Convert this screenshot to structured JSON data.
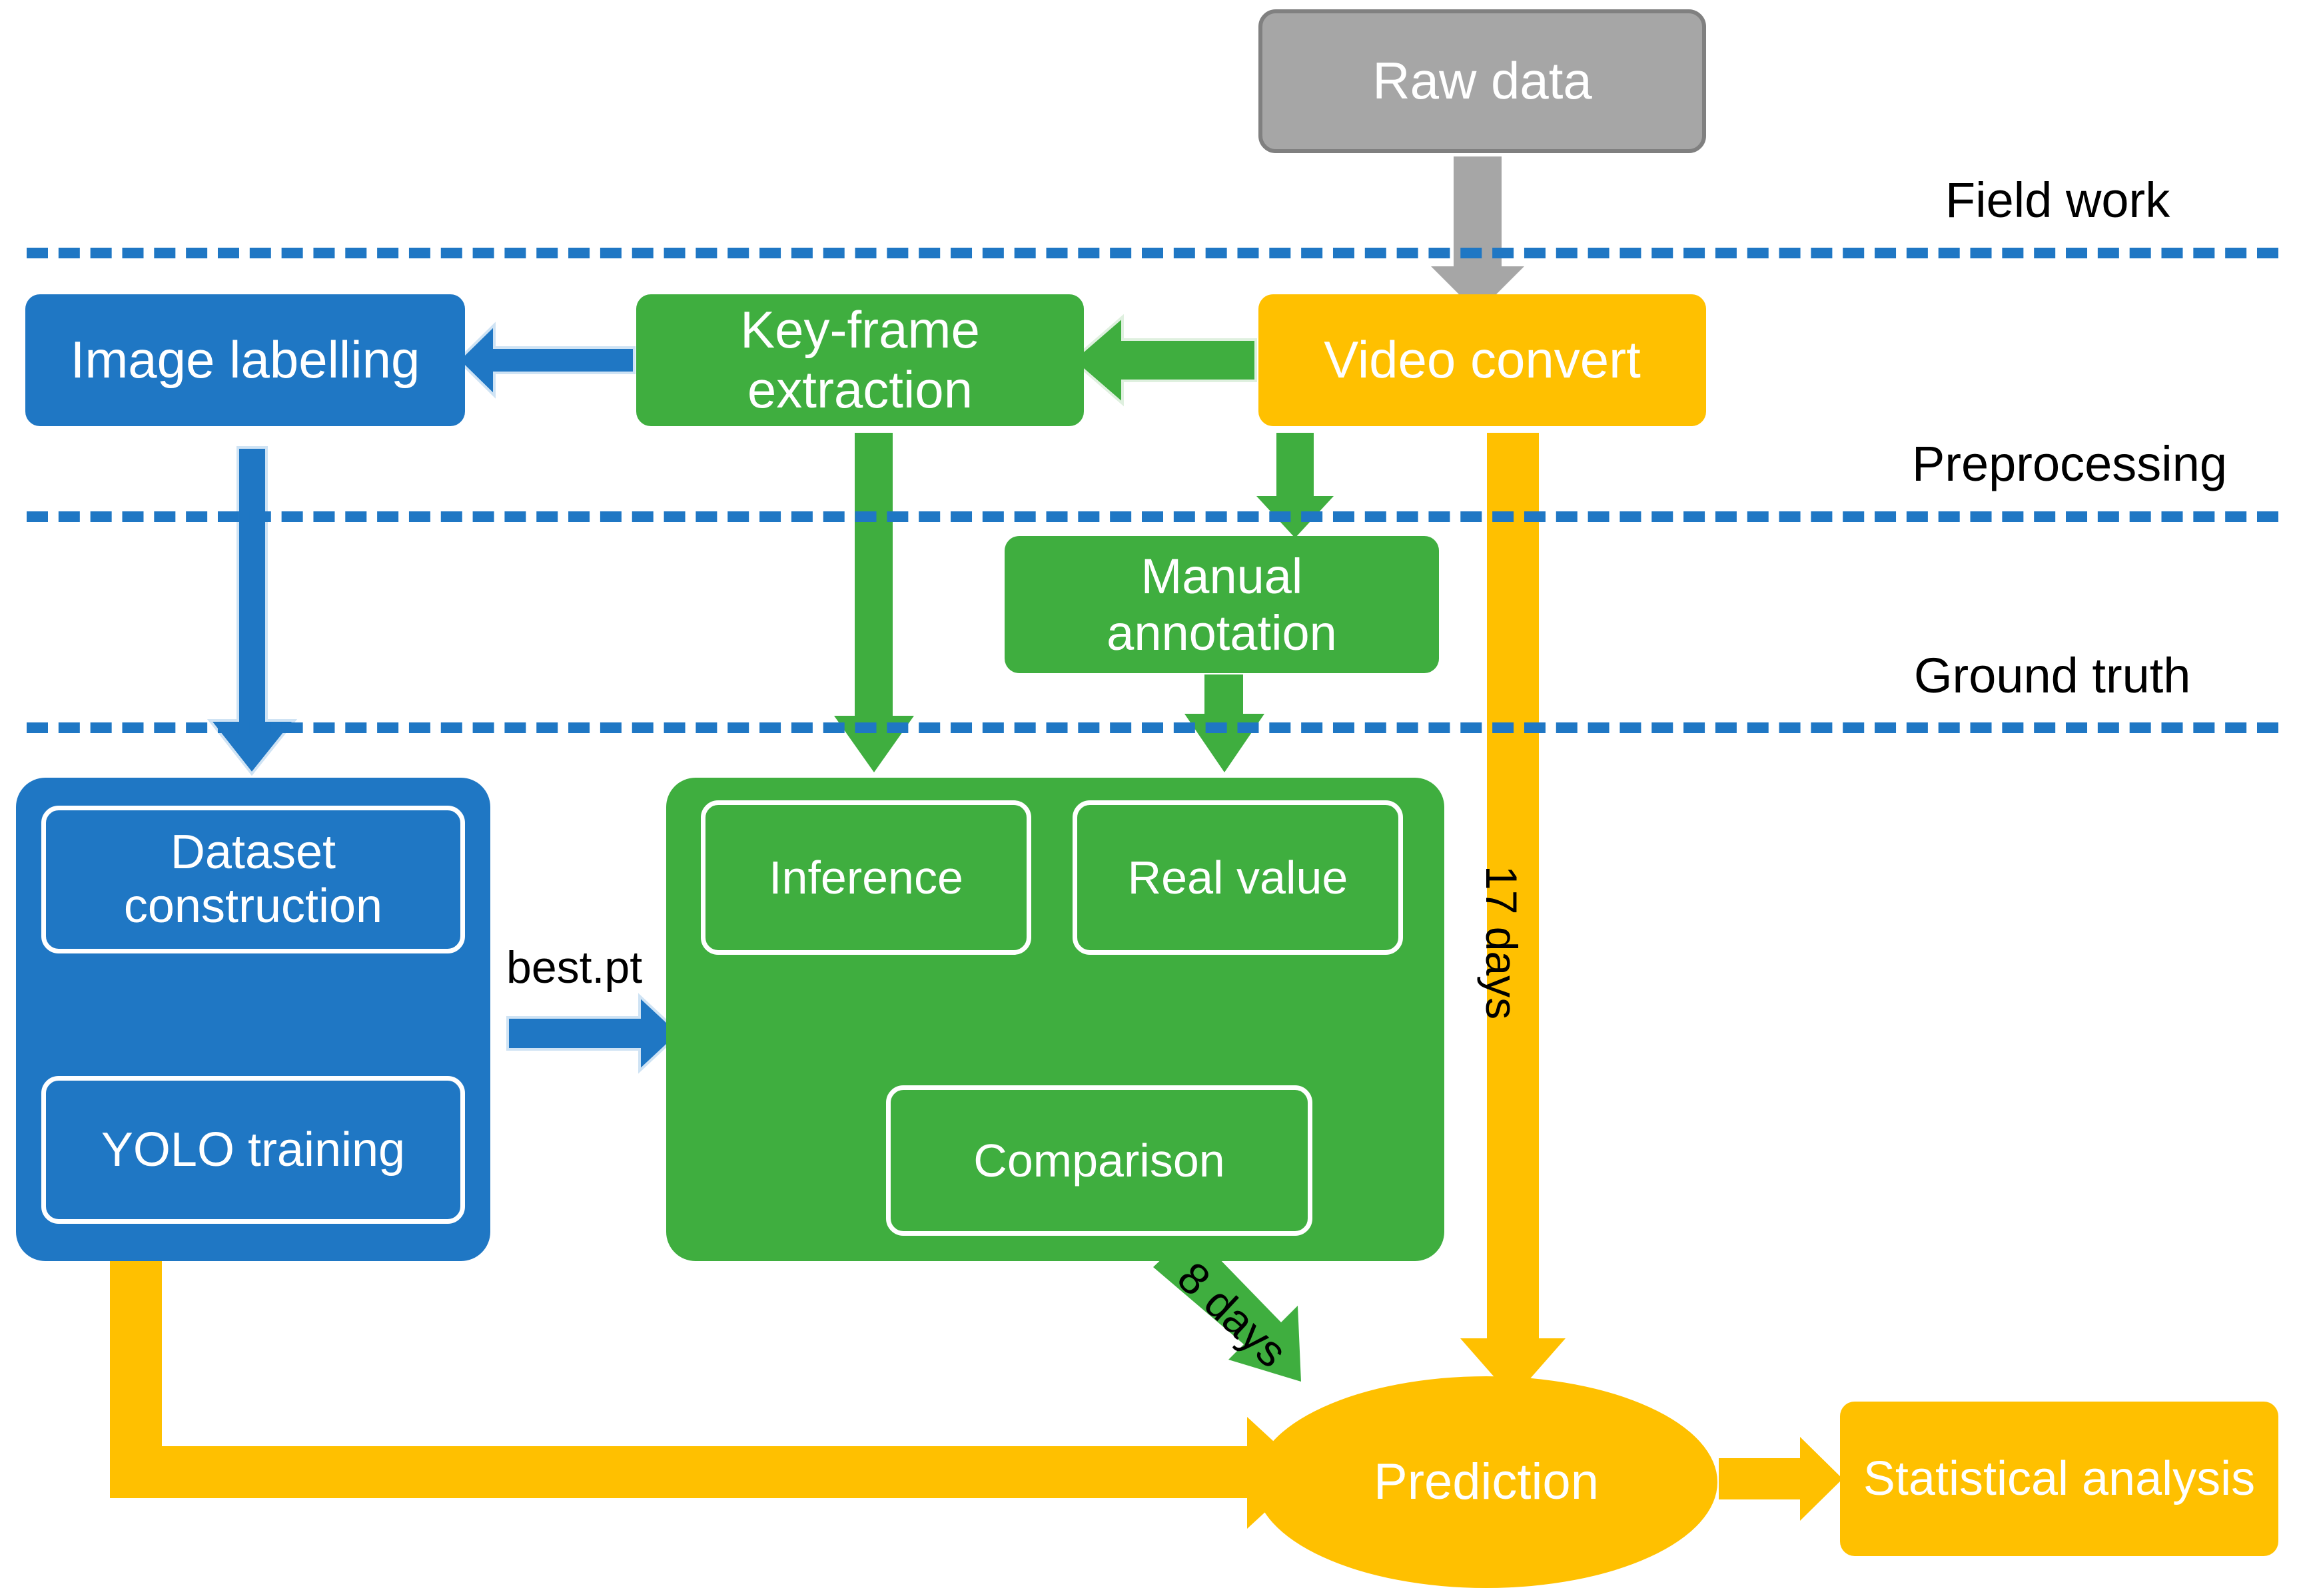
{
  "diagram": {
    "title": "Workflow diagram: video-based detection pipeline",
    "background": "#ffffff",
    "colors": {
      "blue": "#1f77c4",
      "green": "#3fae3f",
      "yellow": "#ffc000",
      "grey": "#a6a6a6",
      "grey_border": "#808080",
      "text_on_fill": "#ffffff",
      "text_plain": "#000000"
    }
  },
  "phases": [
    {
      "id": "field-work",
      "label": "Field work"
    },
    {
      "id": "preprocessing",
      "label": "Preprocessing"
    },
    {
      "id": "ground-truth",
      "label": "Ground truth"
    }
  ],
  "nodes": {
    "raw_data": {
      "label": "Raw data",
      "color": "#a6a6a6",
      "shape": "rounded-rect"
    },
    "video_convert": {
      "label": "Video convert",
      "color": "#ffc000",
      "shape": "rounded-rect"
    },
    "key_frame": {
      "label": "Key-frame\nextraction",
      "color": "#3fae3f",
      "shape": "rounded-rect"
    },
    "image_labelling": {
      "label": "Image labelling",
      "color": "#1f77c4",
      "shape": "rounded-rect"
    },
    "manual_annotation": {
      "label": "Manual\nannotation",
      "color": "#3fae3f",
      "shape": "rounded-rect"
    },
    "dataset_construction": {
      "label": "Dataset\nconstruction",
      "color": "#1f77c4",
      "shape": "outlined-rect"
    },
    "yolo_training": {
      "label": "YOLO training",
      "color": "#1f77c4",
      "shape": "outlined-rect"
    },
    "inference": {
      "label": "Inference",
      "color": "#3fae3f",
      "shape": "outlined-rect"
    },
    "real_value": {
      "label": "Real value",
      "color": "#3fae3f",
      "shape": "outlined-rect"
    },
    "comparison": {
      "label": "Comparison",
      "color": "#3fae3f",
      "shape": "outlined-rect"
    },
    "prediction": {
      "label": "Prediction",
      "color": "#ffc000",
      "shape": "ellipse"
    },
    "statistical_analysis": {
      "label": "Statistical analysis",
      "color": "#ffc000",
      "shape": "rounded-rect"
    }
  },
  "edges": [
    {
      "id": "raw-to-video",
      "from": "raw_data",
      "to": "video_convert",
      "color": "#a6a6a6",
      "label": ""
    },
    {
      "id": "video-to-keyframe",
      "from": "video_convert",
      "to": "key_frame",
      "color": "#3fae3f",
      "label": ""
    },
    {
      "id": "keyframe-to-label",
      "from": "key_frame",
      "to": "image_labelling",
      "color": "#1f77c4",
      "label": ""
    },
    {
      "id": "video-to-manual",
      "from": "video_convert",
      "to": "manual_annotation",
      "color": "#3fae3f",
      "label": ""
    },
    {
      "id": "keyframe-to-inference",
      "from": "key_frame",
      "to": "inference",
      "color": "#3fae3f",
      "label": ""
    },
    {
      "id": "manual-to-real",
      "from": "manual_annotation",
      "to": "real_value",
      "color": "#3fae3f",
      "label": ""
    },
    {
      "id": "label-to-dataset",
      "from": "image_labelling",
      "to": "dataset_construction",
      "color": "#1f77c4",
      "label": ""
    },
    {
      "id": "dataset-to-yolo",
      "from": "dataset_construction",
      "to": "yolo_training",
      "color": "#ffffff",
      "label": ""
    },
    {
      "id": "yolo-to-evaluation",
      "from": "yolo_training",
      "to": "inference",
      "color": "#1f77c4",
      "label": "best.pt"
    },
    {
      "id": "inference-to-comparison",
      "from": "inference",
      "to": "comparison",
      "color": "#ffffff",
      "label": ""
    },
    {
      "id": "real-to-comparison",
      "from": "real_value",
      "to": "comparison",
      "color": "#ffffff",
      "label": ""
    },
    {
      "id": "evaluation-to-prediction",
      "from": "comparison",
      "to": "prediction",
      "color": "#3fae3f",
      "label": "8 days"
    },
    {
      "id": "video-to-prediction",
      "from": "video_convert",
      "to": "prediction",
      "color": "#ffc000",
      "label": "17 days"
    },
    {
      "id": "yolo-to-prediction",
      "from": "yolo_training",
      "to": "prediction",
      "color": "#ffc000",
      "label": ""
    },
    {
      "id": "prediction-to-stats",
      "from": "prediction",
      "to": "statistical_analysis",
      "color": "#ffc000",
      "label": ""
    }
  ],
  "edge_labels": {
    "best_pt": "best.pt",
    "seventeen_days": "17 days",
    "eight_days": "8 days"
  }
}
